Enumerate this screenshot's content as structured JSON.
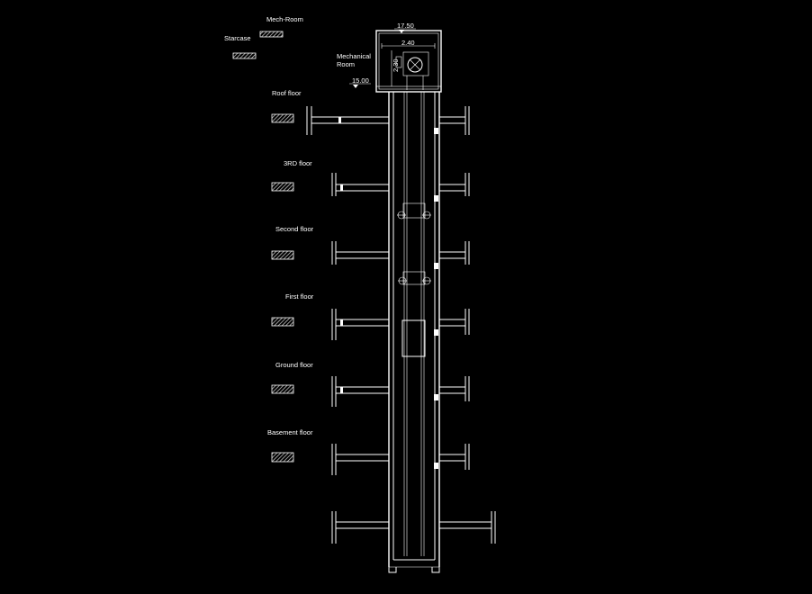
{
  "legend": {
    "mech_room": "Mech-Room",
    "staircase": "Starcase"
  },
  "mechanical_room": {
    "label_line1": "Mechanical",
    "label_line2": "Room",
    "level_top": "17.50",
    "level_floor": "15.00",
    "width_dim": "2.40",
    "height_dim": "2.30"
  },
  "floors": [
    {
      "label": "Roof floor"
    },
    {
      "label": "3RD floor"
    },
    {
      "label": "Second floor"
    },
    {
      "label": "First floor"
    },
    {
      "label": "Ground floor"
    },
    {
      "label": "Basement floor"
    }
  ],
  "colors": {
    "background": "#000000",
    "lines": "#ffffff",
    "hatch": "#cfcfcf"
  }
}
